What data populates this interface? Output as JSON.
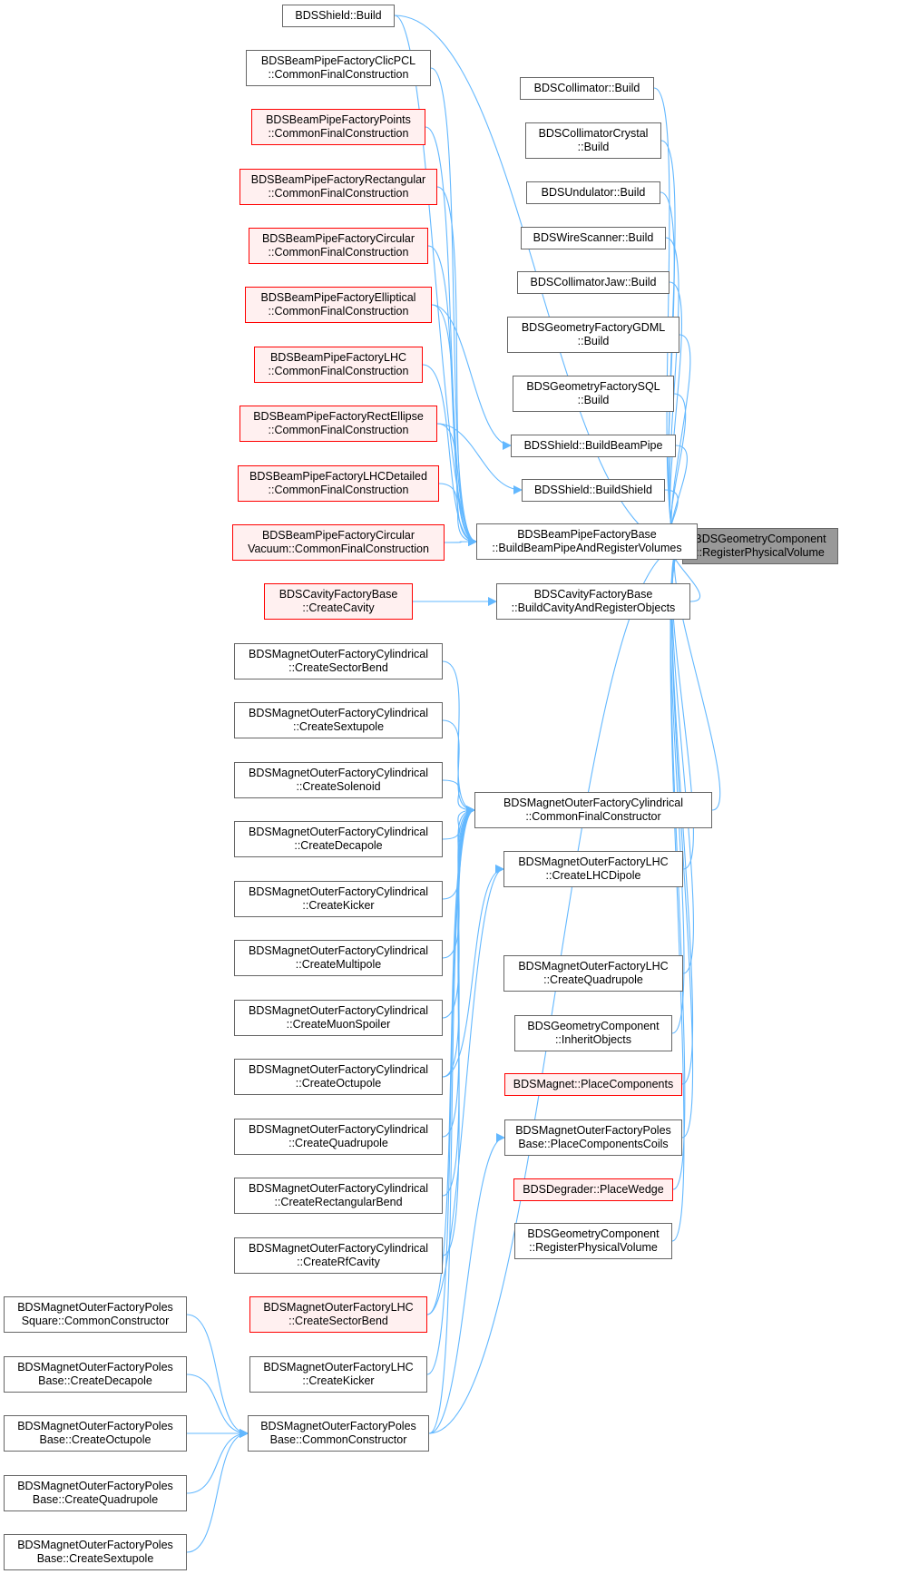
{
  "colors": {
    "edge": "#63b8ff",
    "node_border": "#666666",
    "node_fill": "#ffffff",
    "incomplete_border": "#ff0000",
    "incomplete_fill": "#fff0f0",
    "root_fill": "#999999"
  },
  "nodes": [
    {
      "id": "root",
      "lines": [
        "BDSGeometryComponent",
        "::RegisterPhysicalVolume"
      ],
      "style": "root"
    },
    {
      "id": "collimator-build",
      "lines": [
        "BDSCollimator::Build"
      ],
      "style": "normal"
    },
    {
      "id": "collimatorcrystal-build",
      "lines": [
        "BDSCollimatorCrystal",
        "::Build"
      ],
      "style": "normal"
    },
    {
      "id": "undulator-build",
      "lines": [
        "BDSUndulator::Build"
      ],
      "style": "normal"
    },
    {
      "id": "wirescanner-build",
      "lines": [
        "BDSWireScanner::Build"
      ],
      "style": "normal"
    },
    {
      "id": "collimatorjaw-build",
      "lines": [
        "BDSCollimatorJaw::Build"
      ],
      "style": "normal"
    },
    {
      "id": "gdml-build",
      "lines": [
        "BDSGeometryFactoryGDML",
        "::Build"
      ],
      "style": "normal"
    },
    {
      "id": "sql-build",
      "lines": [
        "BDSGeometryFactorySQL",
        "::Build"
      ],
      "style": "normal"
    },
    {
      "id": "shield-buildbeampipe",
      "lines": [
        "BDSShield::BuildBeamPipe"
      ],
      "style": "normal"
    },
    {
      "id": "shield-buildshield",
      "lines": [
        "BDSShield::BuildShield"
      ],
      "style": "normal"
    },
    {
      "id": "bpf-base-build",
      "lines": [
        "BDSBeamPipeFactoryBase",
        "::BuildBeamPipeAndRegisterVolumes"
      ],
      "style": "normal"
    },
    {
      "id": "cavity-base-build",
      "lines": [
        "BDSCavityFactoryBase",
        "::BuildCavityAndRegisterObjects"
      ],
      "style": "normal"
    },
    {
      "id": "mof-cyl-common",
      "lines": [
        "BDSMagnetOuterFactoryCylindrical",
        "::CommonFinalConstructor"
      ],
      "style": "normal"
    },
    {
      "id": "mof-lhc-dipole",
      "lines": [
        "BDSMagnetOuterFactoryLHC",
        "::CreateLHCDipole"
      ],
      "style": "normal"
    },
    {
      "id": "mof-lhc-quad",
      "lines": [
        "BDSMagnetOuterFactoryLHC",
        "::CreateQuadrupole"
      ],
      "style": "normal"
    },
    {
      "id": "gc-inherit",
      "lines": [
        "BDSGeometryComponent",
        "::InheritObjects"
      ],
      "style": "normal"
    },
    {
      "id": "magnet-place",
      "lines": [
        "BDSMagnet::PlaceComponents"
      ],
      "style": "incomplete"
    },
    {
      "id": "mof-poles-coils",
      "lines": [
        "BDSMagnetOuterFactoryPoles",
        "Base::PlaceComponentsCoils"
      ],
      "style": "normal"
    },
    {
      "id": "degrader-wedge",
      "lines": [
        "BDSDegrader::PlaceWedge"
      ],
      "style": "incomplete"
    },
    {
      "id": "gc-register-self",
      "lines": [
        "BDSGeometryComponent",
        "::RegisterPhysicalVolume"
      ],
      "style": "normal"
    },
    {
      "id": "shield-build",
      "lines": [
        "BDSShield::Build"
      ],
      "style": "normal"
    },
    {
      "id": "bpf-clicpcl",
      "lines": [
        "BDSBeamPipeFactoryClicPCL",
        "::CommonFinalConstruction"
      ],
      "style": "normal"
    },
    {
      "id": "bpf-points",
      "lines": [
        "BDSBeamPipeFactoryPoints",
        "::CommonFinalConstruction"
      ],
      "style": "incomplete"
    },
    {
      "id": "bpf-rect",
      "lines": [
        "BDSBeamPipeFactoryRectangular",
        "::CommonFinalConstruction"
      ],
      "style": "incomplete"
    },
    {
      "id": "bpf-circ",
      "lines": [
        "BDSBeamPipeFactoryCircular",
        "::CommonFinalConstruction"
      ],
      "style": "incomplete"
    },
    {
      "id": "bpf-ellip",
      "lines": [
        "BDSBeamPipeFactoryElliptical",
        "::CommonFinalConstruction"
      ],
      "style": "incomplete"
    },
    {
      "id": "bpf-lhc",
      "lines": [
        "BDSBeamPipeFactoryLHC",
        "::CommonFinalConstruction"
      ],
      "style": "incomplete"
    },
    {
      "id": "bpf-rectellipse",
      "lines": [
        "BDSBeamPipeFactoryRectEllipse",
        "::CommonFinalConstruction"
      ],
      "style": "incomplete"
    },
    {
      "id": "bpf-lhcdet",
      "lines": [
        "BDSBeamPipeFactoryLHCDetailed",
        "::CommonFinalConstruction"
      ],
      "style": "incomplete"
    },
    {
      "id": "bpf-circvac",
      "lines": [
        "BDSBeamPipeFactoryCircular",
        "Vacuum::CommonFinalConstruction"
      ],
      "style": "incomplete"
    },
    {
      "id": "cavity-create",
      "lines": [
        "BDSCavityFactoryBase",
        "::CreateCavity"
      ],
      "style": "incomplete"
    },
    {
      "id": "cyl-sectorbend",
      "lines": [
        "BDSMagnetOuterFactoryCylindrical",
        "::CreateSectorBend"
      ],
      "style": "normal"
    },
    {
      "id": "cyl-sextupole",
      "lines": [
        "BDSMagnetOuterFactoryCylindrical",
        "::CreateSextupole"
      ],
      "style": "normal"
    },
    {
      "id": "cyl-solenoid",
      "lines": [
        "BDSMagnetOuterFactoryCylindrical",
        "::CreateSolenoid"
      ],
      "style": "normal"
    },
    {
      "id": "cyl-decapole",
      "lines": [
        "BDSMagnetOuterFactoryCylindrical",
        "::CreateDecapole"
      ],
      "style": "normal"
    },
    {
      "id": "cyl-kicker",
      "lines": [
        "BDSMagnetOuterFactoryCylindrical",
        "::CreateKicker"
      ],
      "style": "normal"
    },
    {
      "id": "cyl-multipole",
      "lines": [
        "BDSMagnetOuterFactoryCylindrical",
        "::CreateMultipole"
      ],
      "style": "normal"
    },
    {
      "id": "cyl-muonspoiler",
      "lines": [
        "BDSMagnetOuterFactoryCylindrical",
        "::CreateMuonSpoiler"
      ],
      "style": "normal"
    },
    {
      "id": "cyl-octupole",
      "lines": [
        "BDSMagnetOuterFactoryCylindrical",
        "::CreateOctupole"
      ],
      "style": "normal"
    },
    {
      "id": "cyl-quadrupole",
      "lines": [
        "BDSMagnetOuterFactoryCylindrical",
        "::CreateQuadrupole"
      ],
      "style": "normal"
    },
    {
      "id": "cyl-rectbend",
      "lines": [
        "BDSMagnetOuterFactoryCylindrical",
        "::CreateRectangularBend"
      ],
      "style": "normal"
    },
    {
      "id": "cyl-rfcavity",
      "lines": [
        "BDSMagnetOuterFactoryCylindrical",
        "::CreateRfCavity"
      ],
      "style": "normal"
    },
    {
      "id": "lhc-sectorbend",
      "lines": [
        "BDSMagnetOuterFactoryLHC",
        "::CreateSectorBend"
      ],
      "style": "incomplete"
    },
    {
      "id": "lhc-kicker",
      "lines": [
        "BDSMagnetOuterFactoryLHC",
        "::CreateKicker"
      ],
      "style": "normal"
    },
    {
      "id": "poles-common",
      "lines": [
        "BDSMagnetOuterFactoryPoles",
        "Base::CommonConstructor"
      ],
      "style": "normal"
    },
    {
      "id": "poles-square",
      "lines": [
        "BDSMagnetOuterFactoryPoles",
        "Square::CommonConstructor"
      ],
      "style": "normal"
    },
    {
      "id": "poles-decapole",
      "lines": [
        "BDSMagnetOuterFactoryPoles",
        "Base::CreateDecapole"
      ],
      "style": "normal"
    },
    {
      "id": "poles-octupole",
      "lines": [
        "BDSMagnetOuterFactoryPoles",
        "Base::CreateOctupole"
      ],
      "style": "normal"
    },
    {
      "id": "poles-quadrupole",
      "lines": [
        "BDSMagnetOuterFactoryPoles",
        "Base::CreateQuadrupole"
      ],
      "style": "normal"
    },
    {
      "id": "poles-sextupole",
      "lines": [
        "BDSMagnetOuterFactoryPoles",
        "Base::CreateSextupole"
      ],
      "style": "normal"
    }
  ],
  "edges": [
    [
      "collimator-build",
      "root"
    ],
    [
      "collimatorcrystal-build",
      "root"
    ],
    [
      "undulator-build",
      "root"
    ],
    [
      "wirescanner-build",
      "root"
    ],
    [
      "collimatorjaw-build",
      "root"
    ],
    [
      "gdml-build",
      "root"
    ],
    [
      "sql-build",
      "root"
    ],
    [
      "shield-buildbeampipe",
      "root"
    ],
    [
      "shield-buildshield",
      "root"
    ],
    [
      "bpf-base-build",
      "root"
    ],
    [
      "cavity-base-build",
      "root"
    ],
    [
      "mof-cyl-common",
      "root"
    ],
    [
      "mof-lhc-dipole",
      "root"
    ],
    [
      "mof-lhc-quad",
      "root"
    ],
    [
      "gc-inherit",
      "root"
    ],
    [
      "magnet-place",
      "root"
    ],
    [
      "mof-poles-coils",
      "root"
    ],
    [
      "degrader-wedge",
      "root"
    ],
    [
      "gc-register-self",
      "root"
    ],
    [
      "shield-build",
      "root"
    ],
    [
      "poles-common",
      "root"
    ],
    [
      "shield-build",
      "bpf-base-build"
    ],
    [
      "bpf-clicpcl",
      "bpf-base-build"
    ],
    [
      "bpf-points",
      "bpf-base-build"
    ],
    [
      "bpf-rect",
      "bpf-base-build"
    ],
    [
      "bpf-circ",
      "bpf-base-build"
    ],
    [
      "bpf-ellip",
      "bpf-base-build"
    ],
    [
      "bpf-lhc",
      "bpf-base-build"
    ],
    [
      "bpf-rectellipse",
      "bpf-base-build"
    ],
    [
      "bpf-lhcdet",
      "bpf-base-build"
    ],
    [
      "bpf-circvac",
      "bpf-base-build"
    ],
    [
      "bpf-ellip",
      "shield-buildbeampipe"
    ],
    [
      "bpf-rectellipse",
      "shield-buildshield"
    ],
    [
      "cavity-create",
      "cavity-base-build"
    ],
    [
      "cyl-sectorbend",
      "mof-cyl-common"
    ],
    [
      "cyl-sextupole",
      "mof-cyl-common"
    ],
    [
      "cyl-solenoid",
      "mof-cyl-common"
    ],
    [
      "cyl-decapole",
      "mof-cyl-common"
    ],
    [
      "cyl-kicker",
      "mof-cyl-common"
    ],
    [
      "cyl-multipole",
      "mof-cyl-common"
    ],
    [
      "cyl-muonspoiler",
      "mof-cyl-common"
    ],
    [
      "cyl-octupole",
      "mof-cyl-common"
    ],
    [
      "cyl-quadrupole",
      "mof-cyl-common"
    ],
    [
      "cyl-rectbend",
      "mof-cyl-common"
    ],
    [
      "cyl-rfcavity",
      "mof-cyl-common"
    ],
    [
      "lhc-sectorbend",
      "mof-cyl-common"
    ],
    [
      "lhc-kicker",
      "mof-cyl-common"
    ],
    [
      "poles-common",
      "mof-cyl-common"
    ],
    [
      "cyl-octupole",
      "mof-lhc-dipole"
    ],
    [
      "lhc-sectorbend",
      "mof-lhc-dipole"
    ],
    [
      "poles-common",
      "mof-poles-coils"
    ],
    [
      "poles-square",
      "poles-common"
    ],
    [
      "poles-decapole",
      "poles-common"
    ],
    [
      "poles-octupole",
      "poles-common"
    ],
    [
      "poles-quadrupole",
      "poles-common"
    ],
    [
      "poles-sextupole",
      "poles-common"
    ]
  ]
}
